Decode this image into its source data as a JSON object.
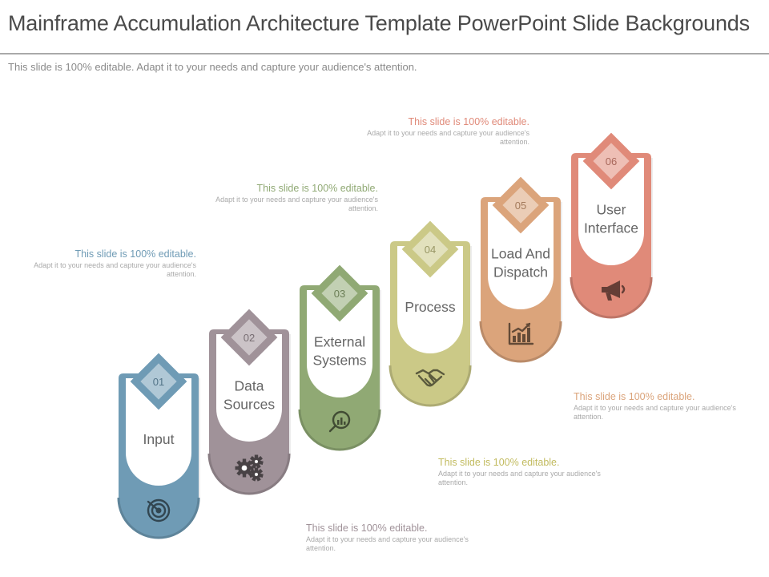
{
  "header": {
    "title": "Mainframe Accumulation Architecture Template PowerPoint Slide Backgrounds",
    "subtitle": "This slide is 100% editable. Adapt it to your needs and capture your audience's attention."
  },
  "steps": [
    {
      "number": "01",
      "label": "Input",
      "icon": "target-icon",
      "color": "#6f9bb5"
    },
    {
      "number": "02",
      "label": "Data Sources",
      "icon": "gears-icon",
      "color": "#a09299"
    },
    {
      "number": "03",
      "label": "External Systems",
      "icon": "magnifier-chart-icon",
      "color": "#90a974"
    },
    {
      "number": "04",
      "label": "Process",
      "icon": "handshake-icon",
      "color": "#cbc987"
    },
    {
      "number": "05",
      "label": "Load And Dispatch",
      "icon": "bar-chart-icon",
      "color": "#dba47b"
    },
    {
      "number": "06",
      "label": "User Interface",
      "icon": "megaphone-icon",
      "color": "#e08a79"
    }
  ],
  "notes": [
    {
      "heading": "This slide is 100% editable.",
      "body": "Adapt it to your needs and capture your audience's attention.",
      "color": "#6f9bb5"
    },
    {
      "heading": "This slide is 100% editable.",
      "body": "Adapt it to your needs and capture your audience's attention.",
      "color": "#a09299"
    },
    {
      "heading": "This slide is 100% editable.",
      "body": "Adapt it to your needs and capture your audience's attention.",
      "color": "#90a974"
    },
    {
      "heading": "This slide is 100% editable.",
      "body": "Adapt it to your needs and capture your audience's attention.",
      "color": "#c2bb5f"
    },
    {
      "heading": "This slide is 100% editable.",
      "body": "Adapt it to your needs and capture your audience's attention.",
      "color": "#dba47b"
    },
    {
      "heading": "This slide is 100% editable.",
      "body": "Adapt it to your needs and capture your audience's attention.",
      "color": "#e08a79"
    }
  ]
}
